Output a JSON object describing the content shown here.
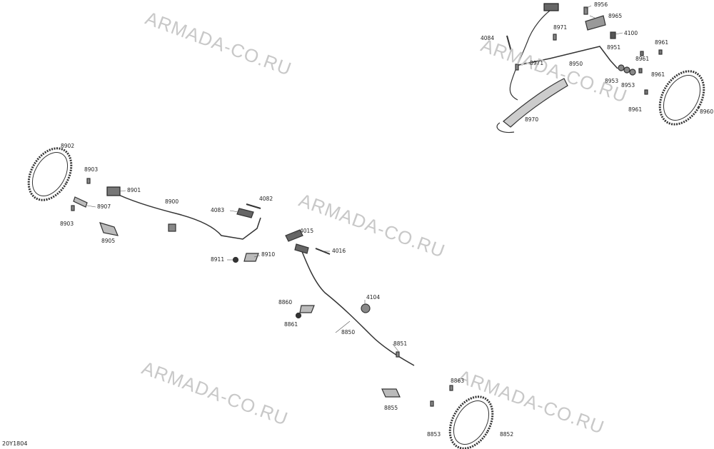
{
  "watermark": "ARMADA-CO.RU",
  "drawing_code": "20Y1804",
  "labels": {
    "p8956": "8956",
    "p8965": "8965",
    "p4084": "4084",
    "p8971a": "8971",
    "p4100": "4100",
    "p8971b": "8971",
    "p8950": "8950",
    "p8951a": "8951",
    "p8961a": "8961",
    "p8961b": "8961",
    "p8961c": "8961",
    "p8953a": "8953",
    "p8953b": "8953",
    "p8961d": "8961",
    "p8970": "8970",
    "p8960": "8960",
    "p8902": "8902",
    "p8903a": "8903",
    "p8901": "8901",
    "p8907": "8907",
    "p8903b": "8903",
    "p8900": "8900",
    "p4082": "4082",
    "p4083": "4083",
    "p8905": "8905",
    "p8910": "8910",
    "p8911": "8911",
    "p4015": "4015",
    "p4016": "4016",
    "p4104": "4104",
    "p8860": "8860",
    "p8861": "8861",
    "p8850": "8850",
    "p8851": "8851",
    "p8863": "8863",
    "p8855": "8855",
    "p8853": "8853",
    "p8852": "8852"
  }
}
